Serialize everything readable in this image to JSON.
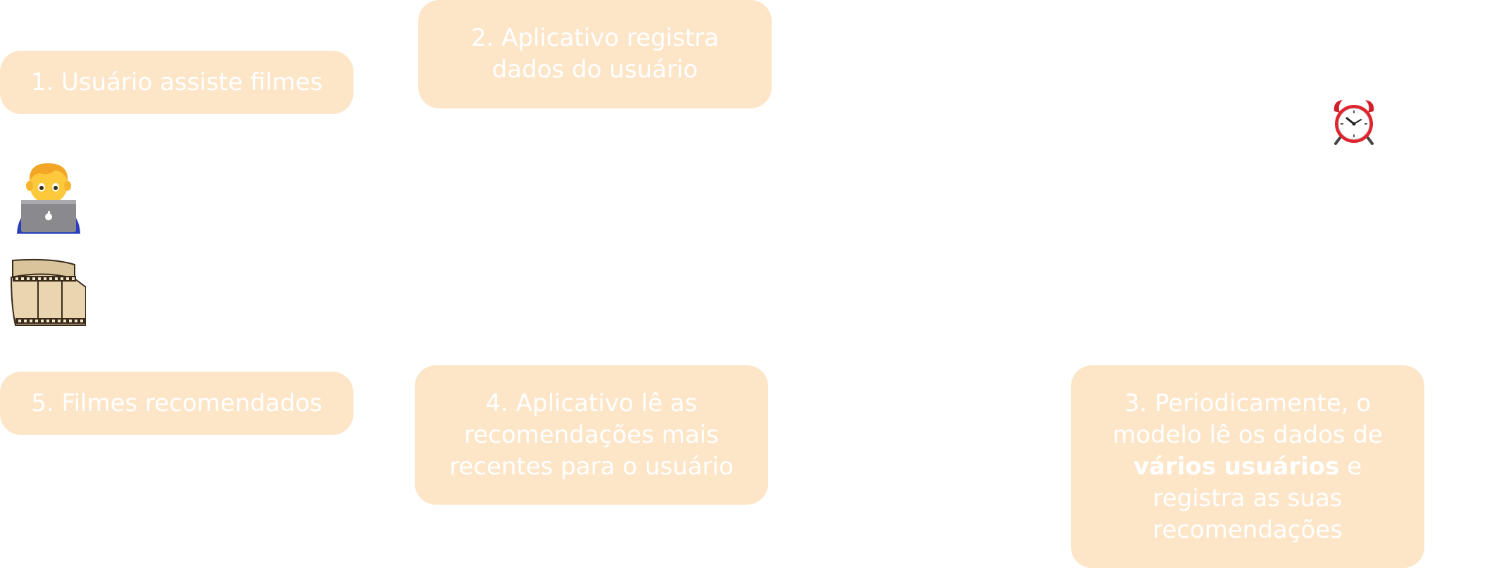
{
  "colors": {
    "box_fill": "#FDE5C8",
    "box_text": "#FFFFFF"
  },
  "steps": {
    "step1": {
      "text": "1. Usuário assiste filmes"
    },
    "step2": {
      "text": "2. Aplicativo registra\ndados do usuário"
    },
    "step3": {
      "text_before": "3. Periodicamente, o\nmodelo lê os dados de\n",
      "text_bold": "vários usuários",
      "text_after": " e\nregistra as suas\nrecomendações"
    },
    "step4": {
      "text": "4. Aplicativo lê as\nrecomendações mais\nrecentes para o usuário"
    },
    "step5": {
      "text": "5. Filmes recomendados"
    }
  },
  "icons": {
    "person": "person-at-laptop-icon",
    "film": "film-strip-icon",
    "alarm": "alarm-clock-icon"
  }
}
